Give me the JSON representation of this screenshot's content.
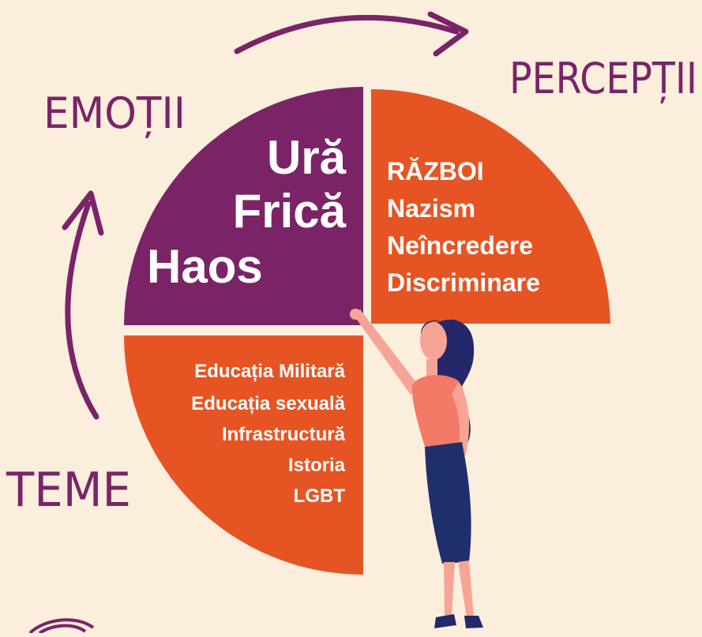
{
  "colors": {
    "background": "#fbeedd",
    "purple": "#7a2467",
    "orange": "#e75424",
    "white": "#ffffff",
    "skin": "#f6a496",
    "top": "#f27a66",
    "skirt": "#1f2f6b",
    "hair": "#24276a"
  },
  "labels": {
    "emotii": "EMOȚII",
    "perceptii": "PERCEPȚII",
    "teme": "TEME"
  },
  "emotii_words": [
    "Ură",
    "Frică",
    "Haos"
  ],
  "perceptii_words": [
    "RĂZBOI",
    "Nazism",
    "Neîncredere",
    "Discriminare"
  ],
  "teme_words": [
    "Educația Militară",
    "Educația sexuală",
    "Infrastructură",
    "Istoria",
    "LGBT"
  ],
  "icons": {
    "cycle_arrow_top": "curved-arrow-right-icon",
    "cycle_arrow_left": "curved-arrow-up-icon",
    "presenter": "woman-pointing-illustration",
    "corner_logo": "circle-logo"
  }
}
